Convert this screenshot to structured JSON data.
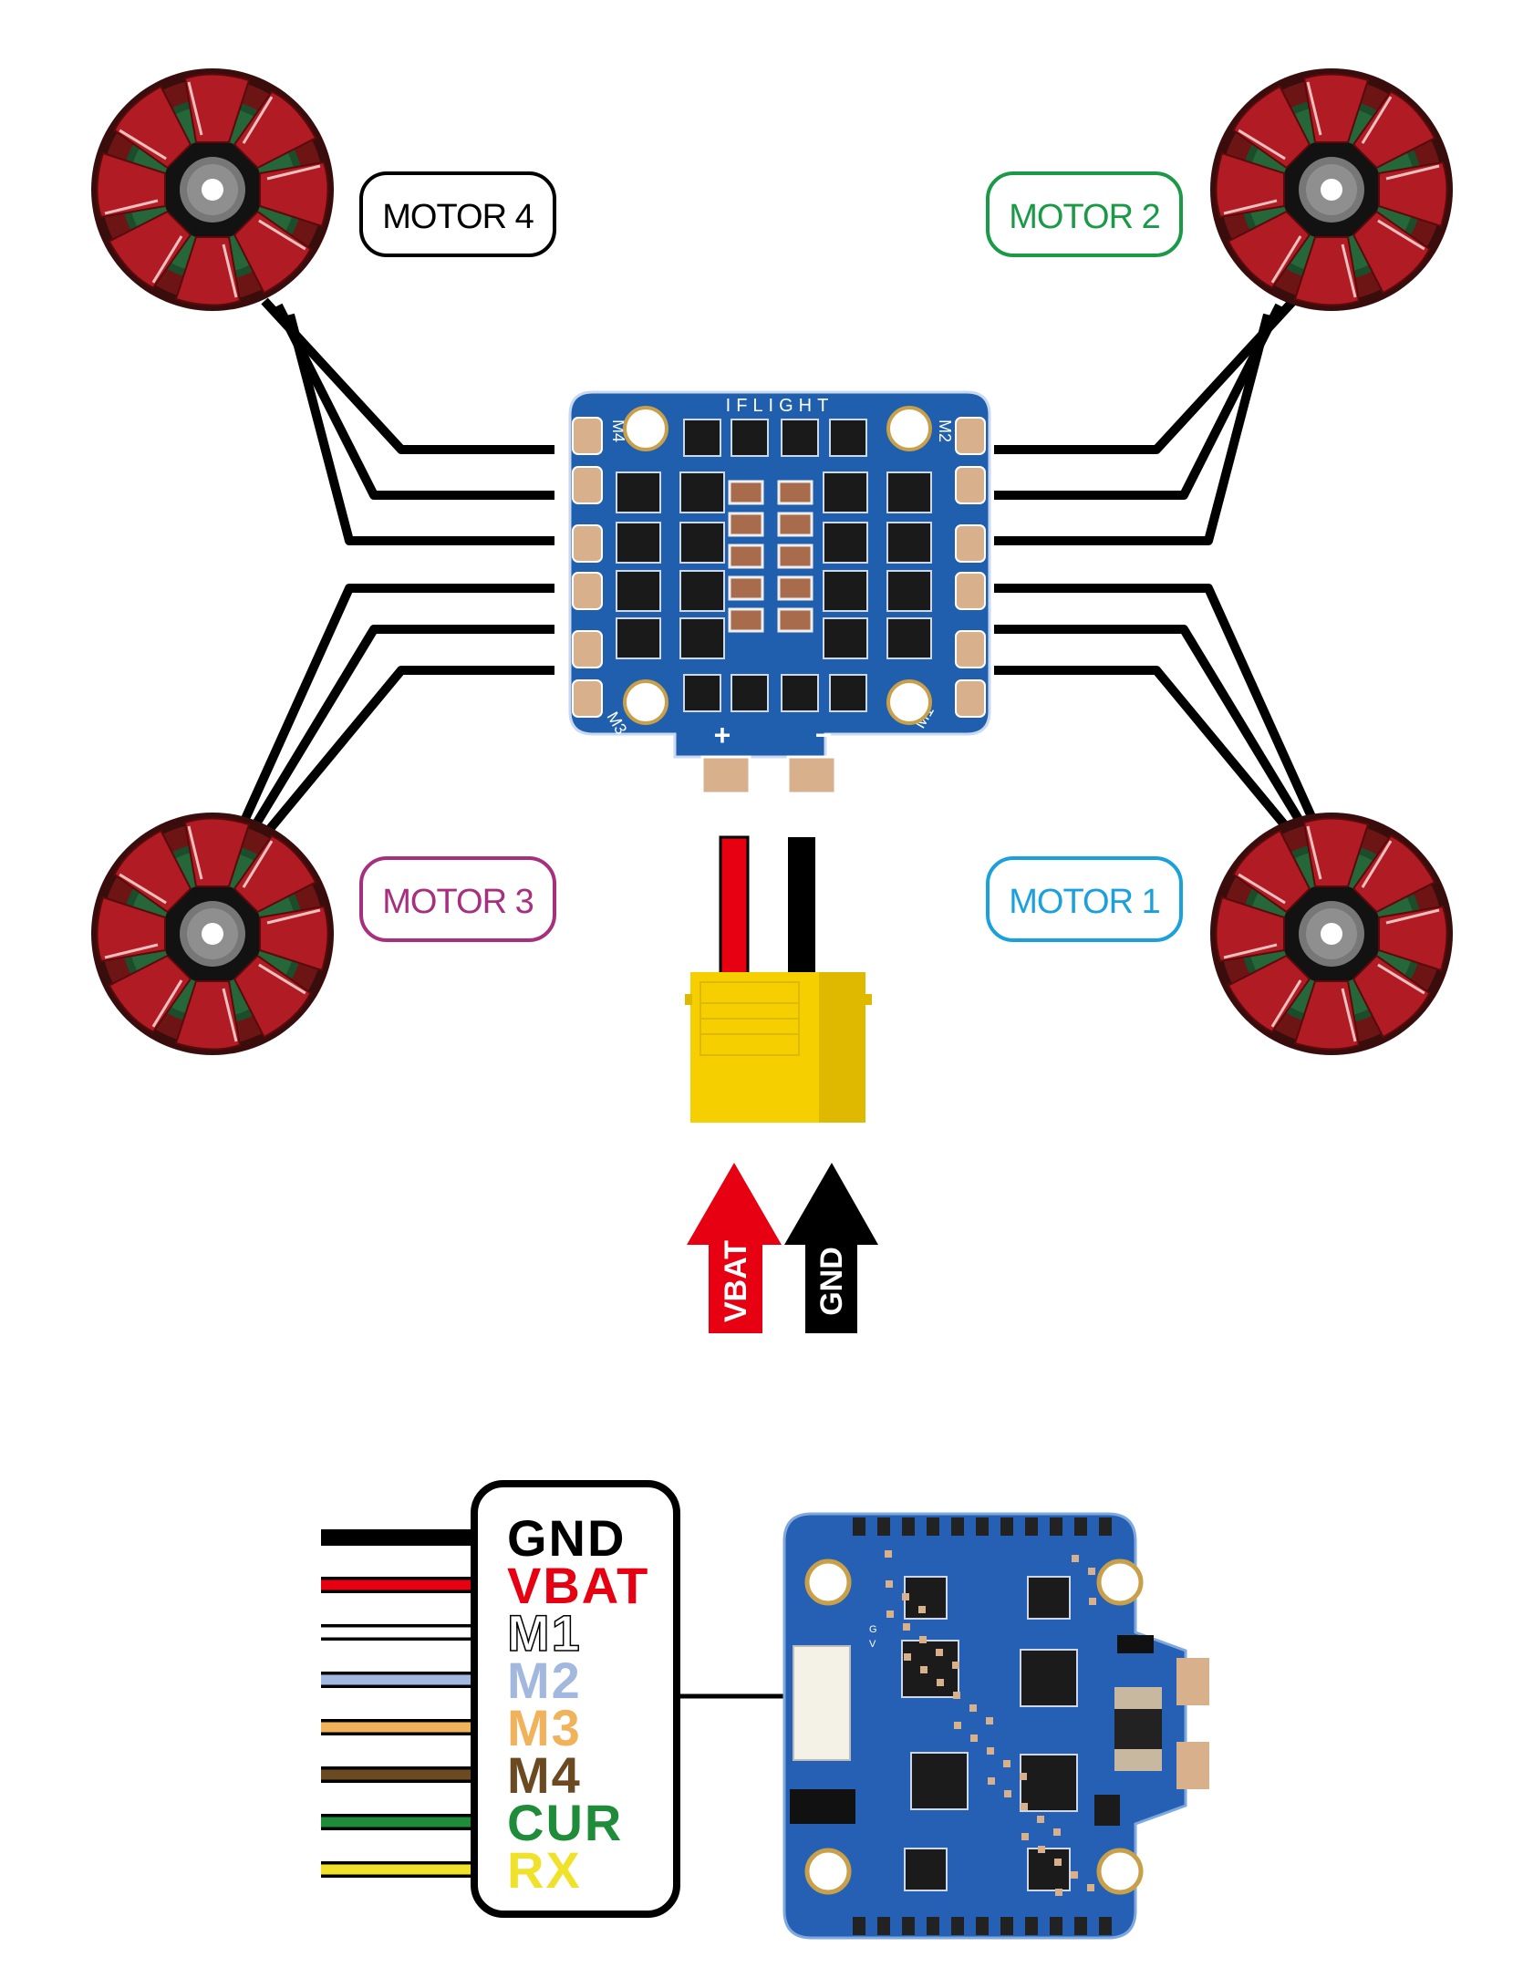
{
  "motors": [
    {
      "id": "m4",
      "label": "MOTOR 4",
      "color": "#000000"
    },
    {
      "id": "m2",
      "label": "MOTOR 2",
      "color": "#1a9a46"
    },
    {
      "id": "m3",
      "label": "MOTOR 3",
      "color": "#a6307f"
    },
    {
      "id": "m1",
      "label": "MOTOR 1",
      "color": "#1aa0dc"
    }
  ],
  "esc_board": {
    "brand": "IFLIGHT",
    "corner_labels": {
      "top_left": "M4",
      "top_right": "M2",
      "bottom_left": "M3",
      "bottom_right": "M1"
    },
    "plus_label": "+",
    "minus_label": "−",
    "board_color": "#1f5fae",
    "pad_color": "#d9b08c"
  },
  "power": {
    "vbat_label": "VBAT",
    "gnd_label": "GND",
    "vbat_color": "#e60012",
    "gnd_color": "#000000",
    "connector_color": "#f5cf00"
  },
  "harness_pins": [
    {
      "label": "GND",
      "color": "#000000"
    },
    {
      "label": "VBAT",
      "color": "#e60012"
    },
    {
      "label": "M1",
      "color": "#ffffff"
    },
    {
      "label": "M2",
      "color": "#a3b8df"
    },
    {
      "label": "M3",
      "color": "#f0b25a"
    },
    {
      "label": "M4",
      "color": "#6b4a22"
    },
    {
      "label": "CUR",
      "color": "#1f8c3a"
    },
    {
      "label": "RX",
      "color": "#f0e22a"
    }
  ],
  "connector_pin_marks": {
    "g": "G",
    "v": "V"
  }
}
